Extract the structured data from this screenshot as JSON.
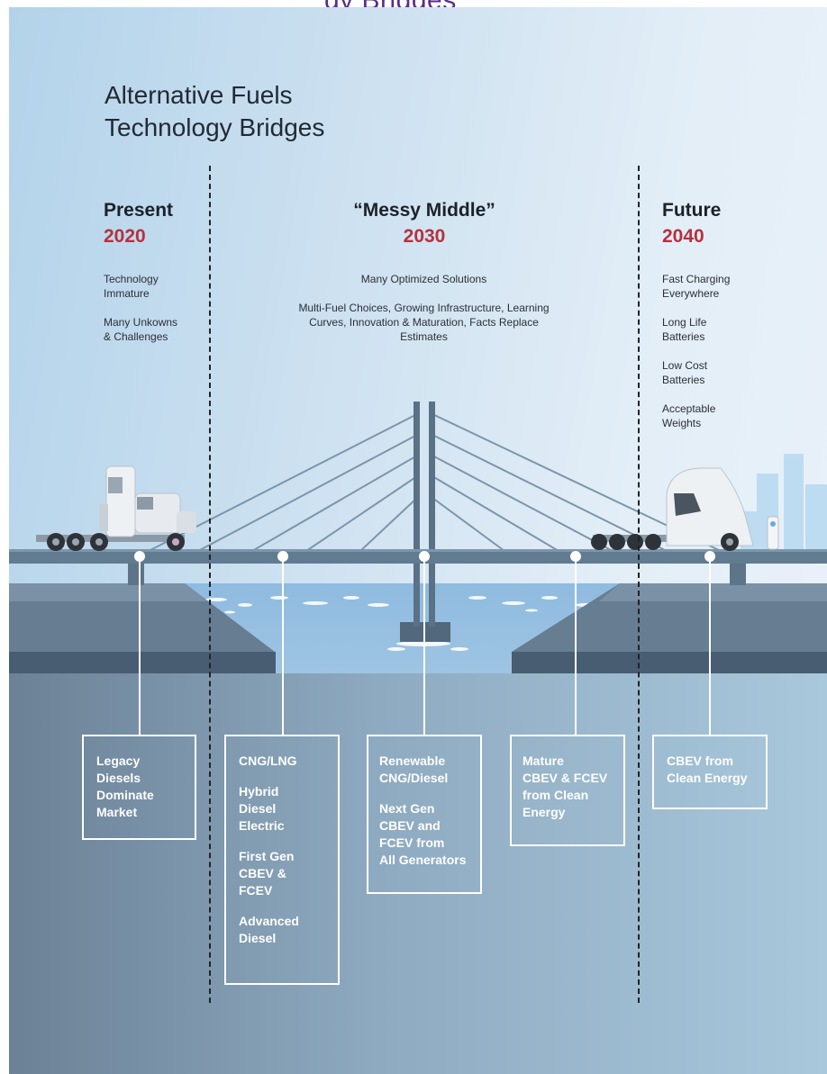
{
  "header": {
    "partial_title": "gy Bridges"
  },
  "title": {
    "line1": "Alternative Fuels",
    "line2": "Technology Bridges"
  },
  "columns": {
    "present": {
      "heading": "Present",
      "year": "2020",
      "notes": [
        "Technology Immature",
        "Many Unkowns & Challenges"
      ]
    },
    "middle": {
      "heading": "“Messy Middle”",
      "year": "2030",
      "notes": [
        "Many Optimized Solutions",
        "Multi-Fuel Choices, Growing Infrastructure, Learning Curves, Innovation & Maturation, Facts Replace Estimates"
      ]
    },
    "future": {
      "heading": "Future",
      "year": "2040",
      "notes": [
        "Fast Charging Everywhere",
        "Long Life Batteries",
        "Low Cost Batteries",
        "Acceptable Weights"
      ]
    }
  },
  "callouts": [
    {
      "items": [
        "Legacy\nDiesels\nDominate\nMarket"
      ]
    },
    {
      "items": [
        "CNG/LNG",
        "Hybrid\nDiesel\nElectric",
        "First Gen\nCBEV &\nFCEV",
        "Advanced\nDiesel"
      ]
    },
    {
      "items": [
        "Renewable\nCNG/Diesel",
        "Next Gen\nCBEV and\nFCEV from\nAll Generators"
      ]
    },
    {
      "items": [
        "Mature\nCBEV & FCEV\nfrom Clean\nEnergy"
      ]
    },
    {
      "items": [
        "CBEV from\nClean Energy"
      ]
    }
  ],
  "colors": {
    "year": "#b8303d",
    "deck": "#617b91",
    "water": "#94bddf",
    "ground": "#6d8497"
  }
}
